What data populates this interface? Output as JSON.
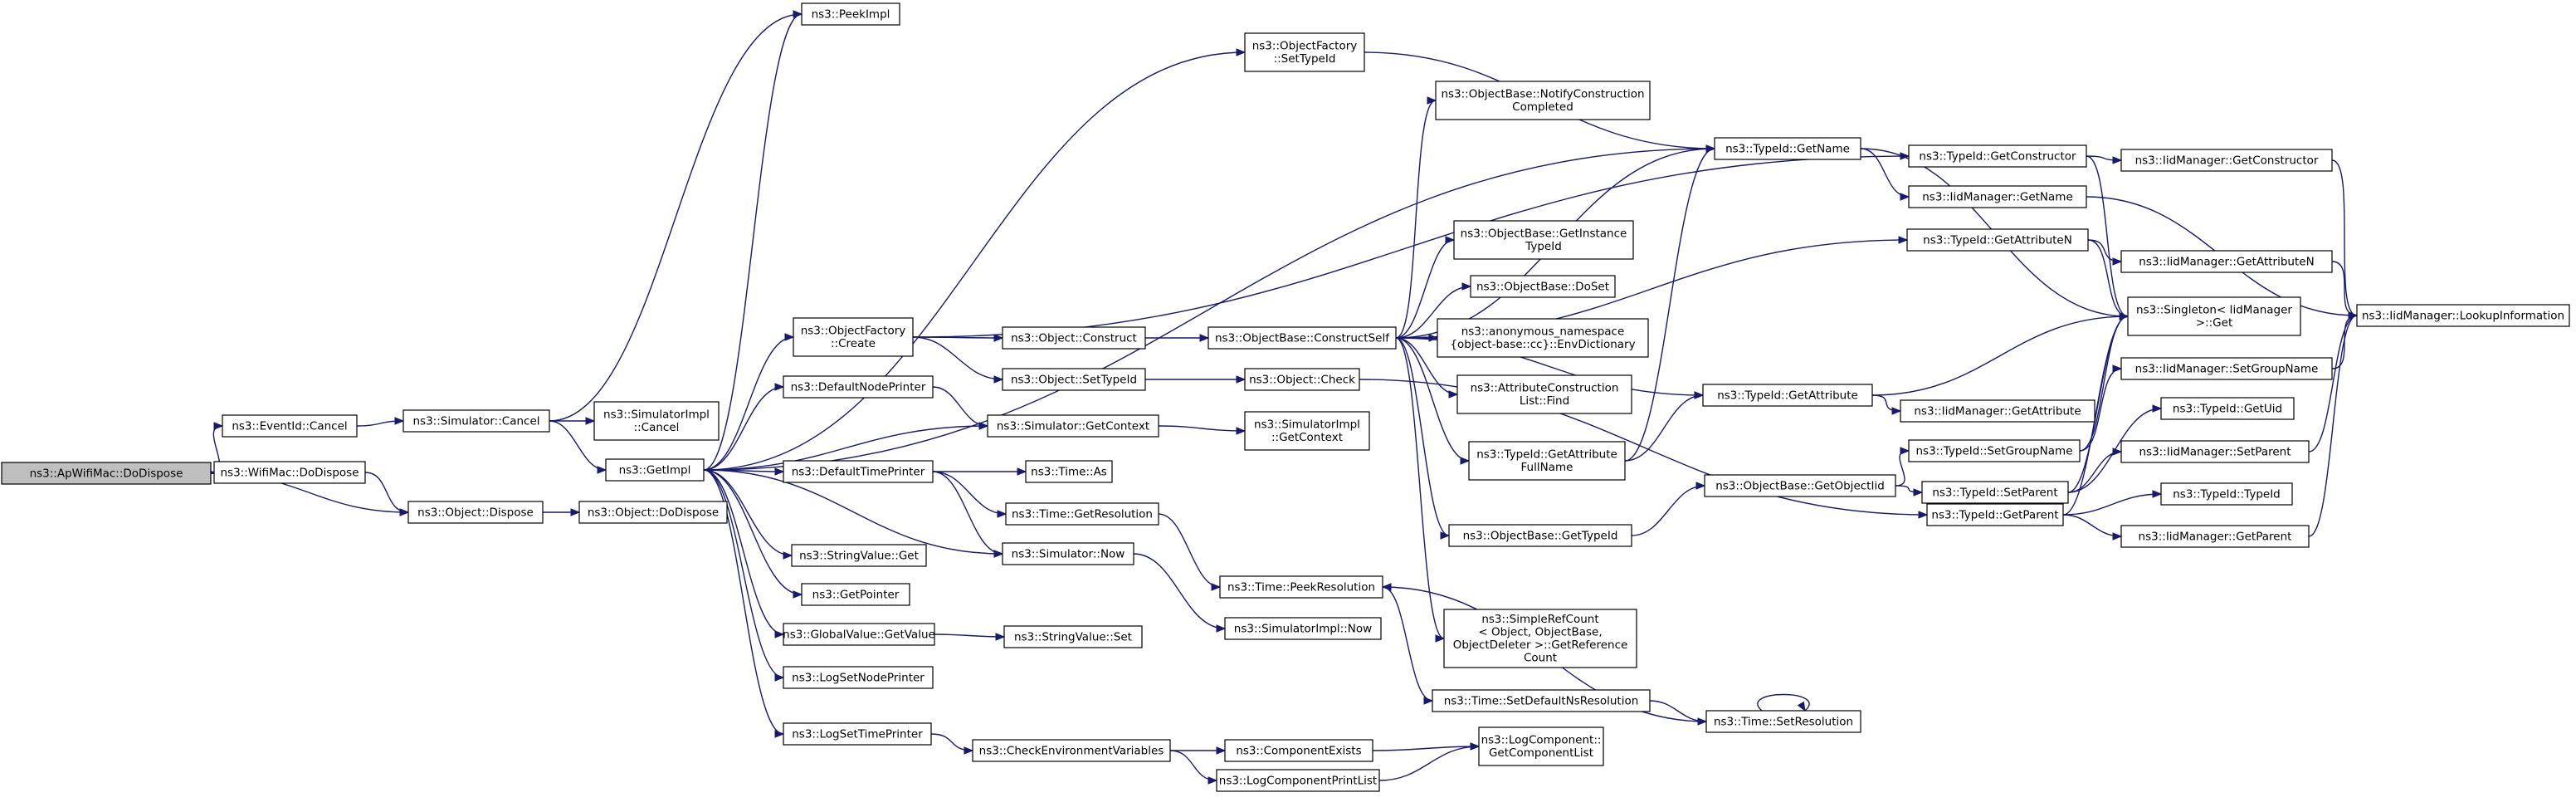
{
  "graph": {
    "colors": {
      "edge": "#191970",
      "node_border": "#000000",
      "root_fill": "#bfbfbf",
      "node_fill": "#ffffff"
    },
    "nodes": [
      {
        "id": "apwifimac_dodispose",
        "lines": [
          "ns3::ApWifiMac::DoDispose"
        ],
        "root": true
      },
      {
        "id": "eventid_cancel",
        "lines": [
          "ns3::EventId::Cancel"
        ]
      },
      {
        "id": "wifimac_dodispose",
        "lines": [
          "ns3::WifiMac::DoDispose"
        ]
      },
      {
        "id": "simulator_cancel",
        "lines": [
          "ns3::Simulator::Cancel"
        ]
      },
      {
        "id": "object_dispose",
        "lines": [
          "ns3::Object::Dispose"
        ]
      },
      {
        "id": "peekimpl",
        "lines": [
          "ns3::PeekImpl"
        ]
      },
      {
        "id": "simulatorimpl_cancel",
        "lines": [
          "ns3::SimulatorImpl",
          "::Cancel"
        ]
      },
      {
        "id": "getimpl",
        "lines": [
          "ns3::GetImpl"
        ]
      },
      {
        "id": "object_dodispose",
        "lines": [
          "ns3::Object::DoDispose"
        ]
      },
      {
        "id": "objectfactory_create",
        "lines": [
          "ns3::ObjectFactory",
          "::Create"
        ]
      },
      {
        "id": "defaultnodeprinter",
        "lines": [
          "ns3::DefaultNodePrinter"
        ]
      },
      {
        "id": "defaulttimeprinter",
        "lines": [
          "ns3::DefaultTimePrinter"
        ]
      },
      {
        "id": "stringvalue_get",
        "lines": [
          "ns3::StringValue::Get"
        ]
      },
      {
        "id": "getpointer",
        "lines": [
          "ns3::GetPointer"
        ]
      },
      {
        "id": "globalvalue_getvalue",
        "lines": [
          "ns3::GlobalValue::GetValue"
        ]
      },
      {
        "id": "logsetnodeprinter",
        "lines": [
          "ns3::LogSetNodePrinter"
        ]
      },
      {
        "id": "logsettimeprinter",
        "lines": [
          "ns3::LogSetTimePrinter"
        ]
      },
      {
        "id": "objectfactory_settypeid",
        "lines": [
          "ns3::ObjectFactory",
          "::SetTypeId"
        ]
      },
      {
        "id": "object_construct",
        "lines": [
          "ns3::Object::Construct"
        ]
      },
      {
        "id": "object_settypeid",
        "lines": [
          "ns3::Object::SetTypeId"
        ]
      },
      {
        "id": "simulator_getcontext",
        "lines": [
          "ns3::Simulator::GetContext"
        ]
      },
      {
        "id": "time_as",
        "lines": [
          "ns3::Time::As"
        ]
      },
      {
        "id": "time_getresolution",
        "lines": [
          "ns3::Time::GetResolution"
        ]
      },
      {
        "id": "simulator_now",
        "lines": [
          "ns3::Simulator::Now"
        ]
      },
      {
        "id": "stringvalue_set",
        "lines": [
          "ns3::StringValue::Set"
        ]
      },
      {
        "id": "checkenvironmentvariables",
        "lines": [
          "ns3::CheckEnvironmentVariables"
        ]
      },
      {
        "id": "objectbase_constructself",
        "lines": [
          "ns3::ObjectBase::ConstructSelf"
        ]
      },
      {
        "id": "object_check",
        "lines": [
          "ns3::Object::Check"
        ]
      },
      {
        "id": "simulatorimpl_getcontext",
        "lines": [
          "ns3::SimulatorImpl",
          "::GetContext"
        ]
      },
      {
        "id": "time_peekresolution",
        "lines": [
          "ns3::Time::PeekResolution"
        ]
      },
      {
        "id": "simulatorimpl_now",
        "lines": [
          "ns3::SimulatorImpl::Now"
        ]
      },
      {
        "id": "componentexists",
        "lines": [
          "ns3::ComponentExists"
        ]
      },
      {
        "id": "logcomponentprintlist",
        "lines": [
          "ns3::LogComponentPrintList"
        ]
      },
      {
        "id": "objectbase_notifyconstructioncompleted",
        "lines": [
          "ns3::ObjectBase::NotifyConstruction",
          "Completed"
        ]
      },
      {
        "id": "objectbase_getinstancetypeid",
        "lines": [
          "ns3::ObjectBase::GetInstance",
          "TypeId"
        ]
      },
      {
        "id": "objectbase_doset",
        "lines": [
          "ns3::ObjectBase::DoSet"
        ]
      },
      {
        "id": "anonymous_envdictionary",
        "lines": [
          "ns3::anonymous_namespace",
          "{object-base::cc}::EnvDictionary"
        ]
      },
      {
        "id": "attributeconstructionlist_find",
        "lines": [
          "ns3::AttributeConstruction",
          "List::Find"
        ]
      },
      {
        "id": "typeid_getattributefullname",
        "lines": [
          "ns3::TypeId::GetAttribute",
          "FullName"
        ]
      },
      {
        "id": "objectbase_gettypeid",
        "lines": [
          "ns3::ObjectBase::GetTypeId"
        ]
      },
      {
        "id": "simplerefcount_getreferencecount",
        "lines": [
          "ns3::SimpleRefCount",
          "< Object, ObjectBase,",
          "ObjectDeleter >::GetReference",
          "Count"
        ]
      },
      {
        "id": "time_setdefaultnsresolution",
        "lines": [
          "ns3::Time::SetDefaultNsResolution"
        ]
      },
      {
        "id": "logcomponent_getcomponentlist",
        "lines": [
          "ns3::LogComponent::",
          "GetComponentList"
        ]
      },
      {
        "id": "typeid_getname",
        "lines": [
          "ns3::TypeId::GetName"
        ]
      },
      {
        "id": "typeid_getattribute",
        "lines": [
          "ns3::TypeId::GetAttribute"
        ]
      },
      {
        "id": "objectbase_getobjectiid",
        "lines": [
          "ns3::ObjectBase::GetObjectIid"
        ]
      },
      {
        "id": "time_setresolution",
        "lines": [
          "ns3::Time::SetResolution"
        ]
      },
      {
        "id": "typeid_getconstructor",
        "lines": [
          "ns3::TypeId::GetConstructor"
        ]
      },
      {
        "id": "iidmanager_getname",
        "lines": [
          "ns3::IidManager::GetName"
        ]
      },
      {
        "id": "typeid_getattributen",
        "lines": [
          "ns3::TypeId::GetAttributeN"
        ]
      },
      {
        "id": "iidmanager_getattribute",
        "lines": [
          "ns3::IidManager::GetAttribute"
        ]
      },
      {
        "id": "typeid_setgroupname",
        "lines": [
          "ns3::TypeId::SetGroupName"
        ]
      },
      {
        "id": "typeid_setparent",
        "lines": [
          "ns3::TypeId::SetParent"
        ]
      },
      {
        "id": "typeid_getparent",
        "lines": [
          "ns3::TypeId::GetParent"
        ]
      },
      {
        "id": "iidmanager_getconstructor",
        "lines": [
          "ns3::IidManager::GetConstructor"
        ]
      },
      {
        "id": "iidmanager_getattributen",
        "lines": [
          "ns3::IidManager::GetAttributeN"
        ]
      },
      {
        "id": "singleton_iidmanager_get",
        "lines": [
          "ns3::Singleton< IidManager",
          ">::Get"
        ]
      },
      {
        "id": "iidmanager_setgroupname",
        "lines": [
          "ns3::IidManager::SetGroupName"
        ]
      },
      {
        "id": "typeid_getuid",
        "lines": [
          "ns3::TypeId::GetUid"
        ]
      },
      {
        "id": "iidmanager_setparent",
        "lines": [
          "ns3::IidManager::SetParent"
        ]
      },
      {
        "id": "typeid_typeid",
        "lines": [
          "ns3::TypeId::TypeId"
        ]
      },
      {
        "id": "iidmanager_getparent",
        "lines": [
          "ns3::IidManager::GetParent"
        ]
      },
      {
        "id": "iidmanager_lookupinformation",
        "lines": [
          "ns3::IidManager::LookupInformation"
        ]
      }
    ]
  }
}
